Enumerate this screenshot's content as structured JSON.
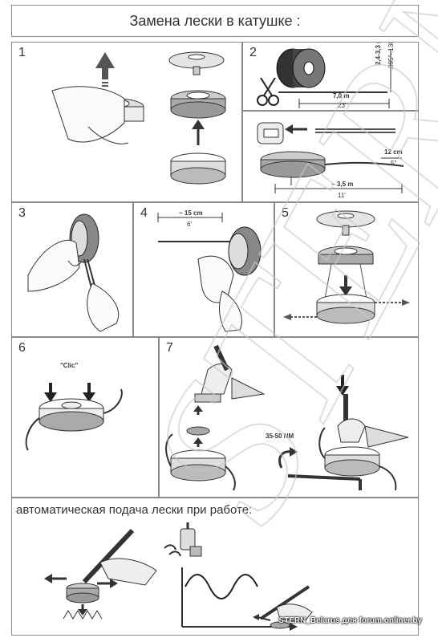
{
  "title": "Замена лески в катушке :",
  "steps": {
    "s1": "1",
    "s2": "2",
    "s3": "3",
    "s4": "4",
    "s5": "5",
    "s6": "6",
    "s7": "7"
  },
  "labels": {
    "spool_diameter": "2,4-3,3 mm",
    "spool_diameter_in": ".095\"-.130\"",
    "length_m": "7,0 m",
    "length_ft": "23'",
    "free_cm": "12 cm",
    "free_in": "5\"",
    "half_m": "~ 3,5 m",
    "half_ft": "11'",
    "step4_cm": "~ 15 cm",
    "step4_in": "6'",
    "click": "\"Clic\"",
    "torque": "35-50 NM"
  },
  "bottom_caption": "автоматическая подача лески при работе:",
  "credit": "STERN_Belarus для forum.onliner.by",
  "watermark": "STERN"
}
